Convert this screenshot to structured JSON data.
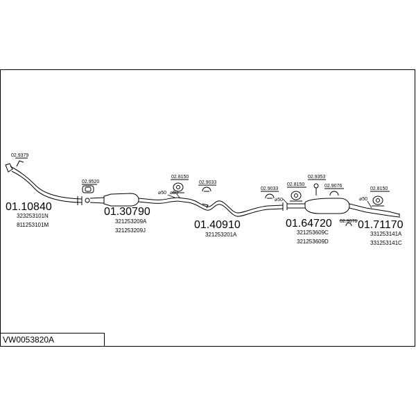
{
  "parts": [
    {
      "id": "part-1",
      "number": "01.10840",
      "refs": [
        "323253101N",
        "811253101M"
      ]
    },
    {
      "id": "part-2",
      "number": "01.30790",
      "refs": [
        "321253209A",
        "321253209J"
      ]
    },
    {
      "id": "part-3",
      "number": "01.40910",
      "refs": [
        "321253201A"
      ]
    },
    {
      "id": "part-4",
      "number": "01.64720",
      "refs": [
        "321253609C",
        "321253609D"
      ]
    },
    {
      "id": "part-5",
      "number": "01.71170",
      "refs": [
        "331253141A",
        "331253141C"
      ]
    }
  ],
  "fittings": {
    "f1": "02.9379",
    "f2": "02.9520",
    "f3": "02.8150",
    "f4": "02.9033",
    "f5": "02.9033",
    "f6": "02.8150",
    "f7": "02.9353",
    "f8": "02.9076",
    "f9": "02.9076",
    "f10": "02.8150"
  },
  "diameters": {
    "d1": "⌀50",
    "d2": "⌀50",
    "d3": "⌀50",
    "d4": "⌀50"
  },
  "kit_code": "VW0053820A"
}
